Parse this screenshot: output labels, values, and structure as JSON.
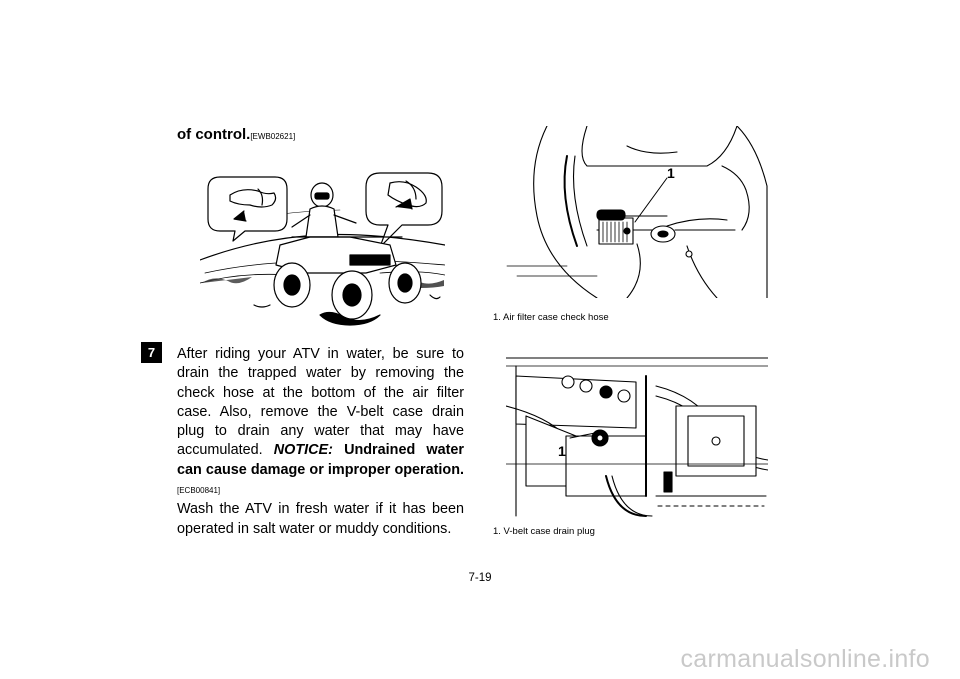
{
  "chapter_tab": "7",
  "lead": {
    "text": "of control.",
    "ref": "[EWB02621]"
  },
  "body": {
    "p1": "After riding your ATV in water, be sure to drain the trapped water by removing the check hose at the bottom of the air filter case. Also, remove the V-belt case drain plug to drain any water that may have accumulated.",
    "notice_label": "NOTICE:",
    "notice_text": "Undrained water can cause damage or improper operation.",
    "notice_ref": "[ECB00841]",
    "p2": "Wash the ATV in fresh water if it has been operated in salt water or muddy conditions."
  },
  "figure1": {
    "callout": "1",
    "caption": "1.  Air filter case check hose"
  },
  "figure2": {
    "callout": "1",
    "caption": "1.  V-belt case drain plug"
  },
  "page_number": "7-19",
  "watermark": "carmanualsonline.info"
}
